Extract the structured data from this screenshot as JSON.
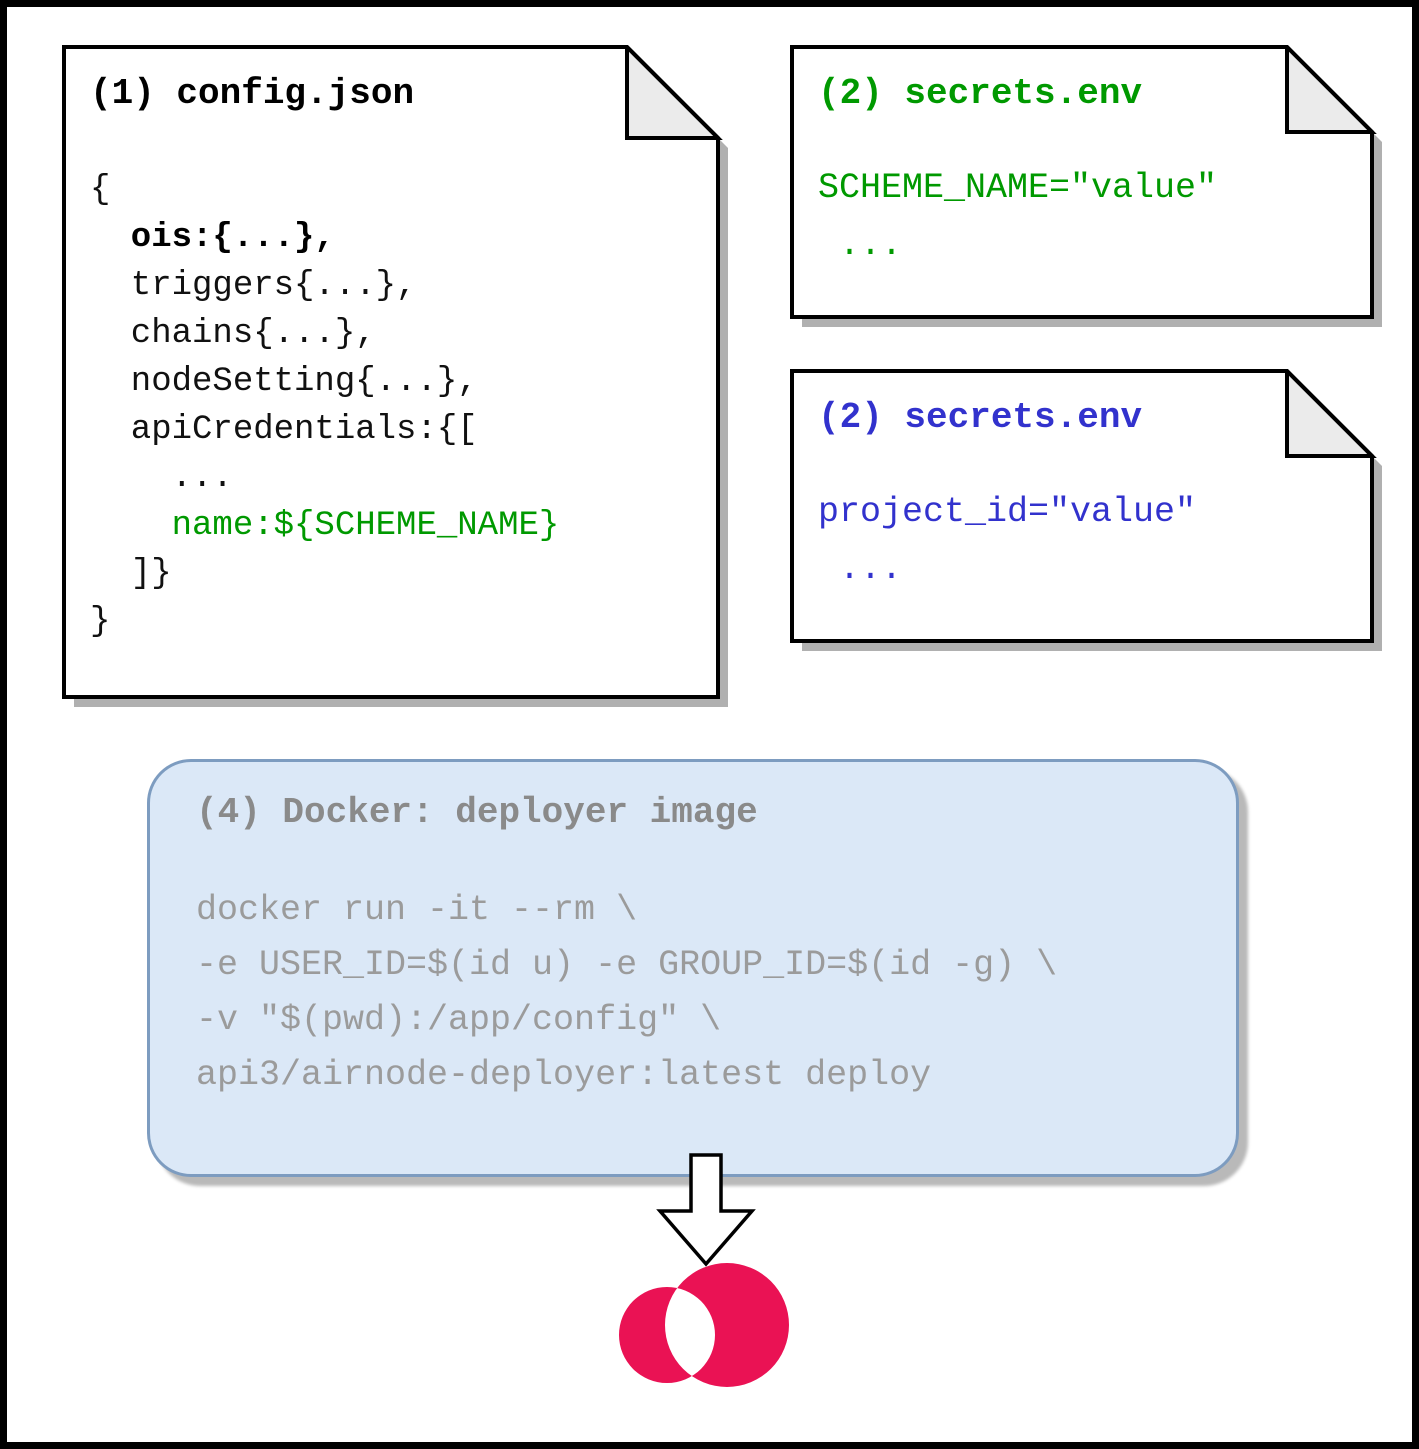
{
  "colors": {
    "green": "#009900",
    "blue": "#3232cd",
    "crimson": "#ea1254",
    "docker_bg": "#dbe8f7",
    "docker_border": "#7d9cc0",
    "docker_text": "#9b9b9b",
    "shadow": "#b0b0b0"
  },
  "config_doc": {
    "title": "(1) config.json",
    "lines": [
      "{",
      "  ois:{...},",
      "  triggers{...},",
      "  chains{...},",
      "  nodeSetting{...},",
      "  apiCredentials:{[",
      "    ...",
      "    name:${SCHEME_NAME}",
      "  ]}",
      "}"
    ]
  },
  "secrets_green": {
    "title": "(2) secrets.env",
    "lines": [
      "SCHEME_NAME=\"value\"",
      " ..."
    ]
  },
  "secrets_blue": {
    "title": "(2) secrets.env",
    "lines": [
      "project_id=\"value\"",
      " ..."
    ]
  },
  "docker_box": {
    "title": "(4) Docker: deployer image",
    "lines": [
      "docker run -it --rm \\",
      "-e USER_ID=$(id u) -e GROUP_ID=$(id -g) \\",
      "-v \"$(pwd):/app/config\" \\",
      "api3/airnode-deployer:latest deploy"
    ]
  },
  "icons": {
    "down_arrow": "down-arrow-icon",
    "logo": "airnode-logo"
  }
}
